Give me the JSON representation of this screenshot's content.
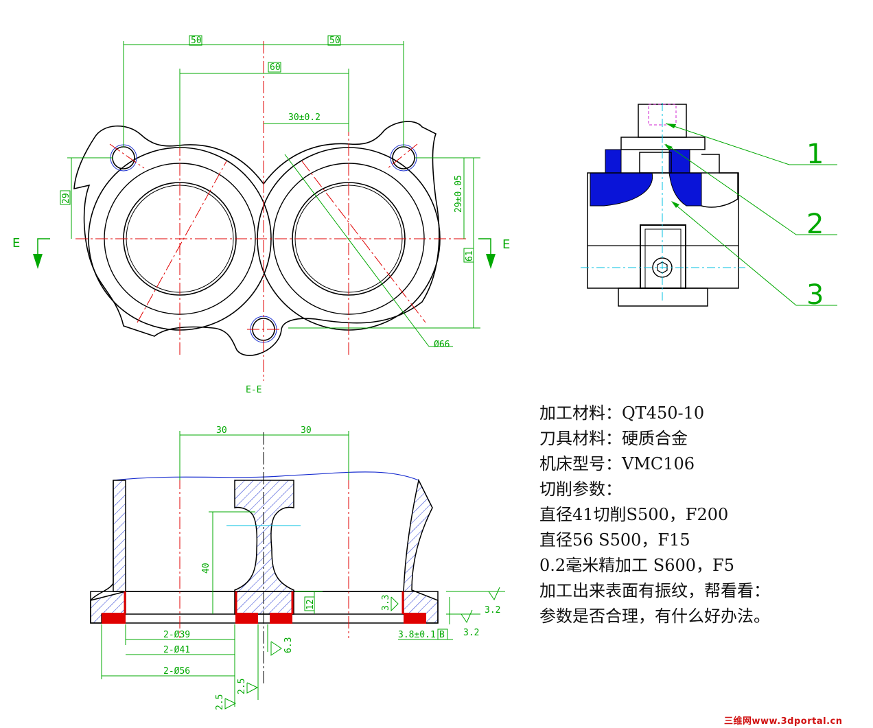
{
  "top_view": {
    "dims": {
      "d50_left": "50",
      "d50_right": "50",
      "d60": "60",
      "d30": "30±0.2",
      "d29": "29",
      "d29_tol": "29±0.05",
      "d61": "61",
      "d66": "Ø66"
    },
    "section_label": "E",
    "section_name": "E-E"
  },
  "side_view": {
    "callouts": [
      "1",
      "2",
      "3"
    ]
  },
  "section_view": {
    "dims": {
      "d30_left": "30",
      "d30_right": "30",
      "d40": "40",
      "d12": "12",
      "d39": "2-Ø39",
      "d41": "2-Ø41",
      "d56": "2-Ø56",
      "d38": "3.8±0.1",
      "datum": "B",
      "r32a": "3.2",
      "r32b": "3.2",
      "r63": "6.3",
      "r33": "3.3",
      "r25a": "2.5",
      "r25b": "2.5"
    }
  },
  "notes": [
    "加工材料：QT450-10",
    "刀具材料：硬质合金",
    "机床型号：VMC106",
    "切削参数：",
    "直径41切削S500，F200",
    "直径56 S500，F15",
    "0.2毫米精加工 S600，F5",
    "加工出来表面有振纹，帮看看：",
    "参数是否合理，有什么好办法。"
  ],
  "watermark": "三维网www.3dportal.cn",
  "colors": {
    "outline": "#000000",
    "dimension": "#00a800",
    "centerline": "#e00000",
    "clamp": "#0a14d8",
    "machined": "#e00000",
    "surface": "#1a2fd0",
    "aux": "#00c0e0"
  }
}
